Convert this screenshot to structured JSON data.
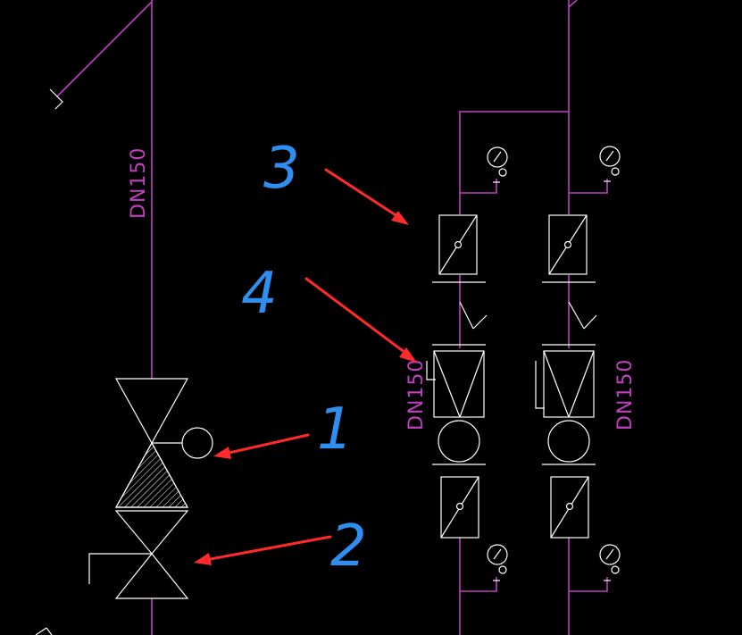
{
  "labels": {
    "pipe_size_main": "DN150",
    "pipe_size_mid": "DN150",
    "pipe_size_right": "DN150"
  },
  "callouts": [
    {
      "id": "callout-1",
      "text": "1"
    },
    {
      "id": "callout-2",
      "text": "2"
    },
    {
      "id": "callout-3",
      "text": "3"
    },
    {
      "id": "callout-4",
      "text": "4"
    }
  ],
  "colors": {
    "background": "#000000",
    "pipe": "#c040c0",
    "symbol": "#ffffff",
    "callout_text": "#2f8ff0",
    "arrow": "#ff2a2a"
  }
}
